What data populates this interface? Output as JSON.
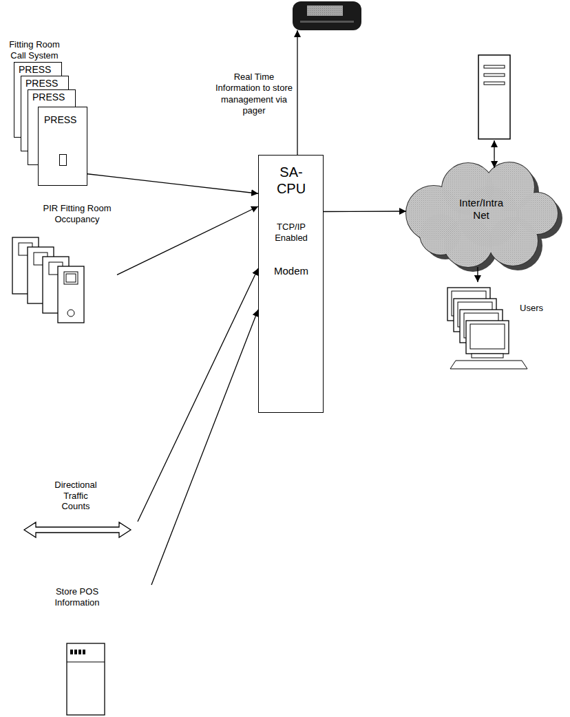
{
  "diagram": {
    "nodes": [
      {
        "text": [
          "Fitting Room Call System"
        ]
      },
      {
        "text": [
          "PRESS"
        ],
        "in": 0
      },
      {
        "text": [
          "PRESS"
        ],
        "in": 0
      },
      {
        "text": [
          "PRESS"
        ],
        "in": 0
      },
      {
        "text": [
          "PRESS"
        ],
        "in": 0
      },
      {
        "text": []
      },
      {
        "text": [
          "SA-CPU",
          "TCP/IP Enabled",
          "Modem"
        ]
      },
      {
        "text": []
      },
      {
        "text": [
          "Inter/Intra Net"
        ]
      },
      {
        "text": [
          "PIR Fitting Room Occupancy"
        ]
      },
      {
        "text": [
          "Users"
        ]
      },
      {
        "text": [
          "Directional Traffic Counts"
        ]
      },
      {
        "text": [
          "Store POS Information"
        ]
      }
    ],
    "edges": [
      {
        "from": 4,
        "to": 6,
        "arrow": "to"
      },
      {
        "from": 6,
        "to": 5,
        "label": "Real Time Information to store management via pager",
        "arrow": "to"
      },
      {
        "from": 9,
        "to": 6,
        "arrow": "to"
      },
      {
        "from": 11,
        "to": 6,
        "arrow": "to"
      },
      {
        "from": 12,
        "to": 6,
        "arrow": "to"
      },
      {
        "from": 6,
        "to": 8,
        "arrow": "to"
      },
      {
        "from": 7,
        "to": 8,
        "arrow": "both"
      },
      {
        "from": 8,
        "to": 10,
        "arrow": "to"
      }
    ]
  }
}
